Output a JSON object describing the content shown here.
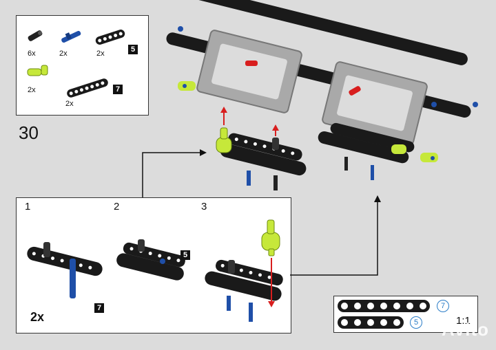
{
  "step": {
    "number": "30"
  },
  "parts_list": [
    {
      "part": "pin-black",
      "qty": "6x"
    },
    {
      "part": "axle-pin-blue",
      "qty": "2x"
    },
    {
      "part": "beam-5",
      "qty": "2x",
      "length": "5"
    },
    {
      "part": "connector-lime",
      "qty": "2x"
    },
    {
      "part": "beam-7",
      "qty": "2x",
      "length": "7"
    }
  ],
  "substeps": {
    "labels": [
      "1",
      "2",
      "3"
    ],
    "multiplier": "2x",
    "badge_7": "7",
    "badge_5": "5"
  },
  "scale_box": {
    "ratio": "1:1",
    "beam_lengths": [
      "7",
      "5"
    ]
  },
  "watermark": "Avito",
  "colors": {
    "background": "#dcdcdc",
    "beam": "#1a1a1a",
    "frame": "#a9a9a9",
    "lime": "#c6e83a",
    "blue": "#1f4fa8",
    "red_arrow": "#d81e1e",
    "badge": "#111111"
  }
}
